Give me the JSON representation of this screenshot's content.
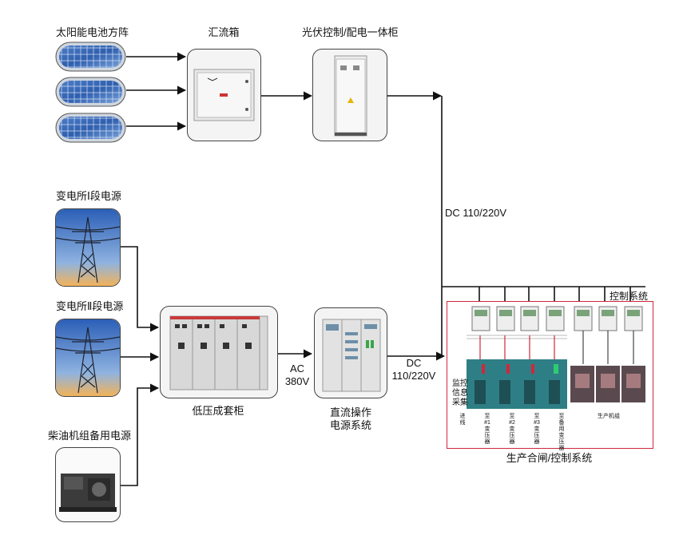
{
  "labels": {
    "solar_array": "太阳能电池方阵",
    "combiner_box": "汇流箱",
    "pv_cabinet": "光伏控制/配电一体柜",
    "substation_1": "变电所Ⅰ段电源",
    "substation_2": "变电所Ⅱ段电源",
    "diesel": "柴油机组备用电源",
    "low_voltage": "低压成套柜",
    "dc_system_line1": "直流操作",
    "dc_system_line2": "电源系统",
    "ac_line1": "AC",
    "ac_line2": "380V",
    "dc_out_line1": "DC",
    "dc_out_line2": "110/220V",
    "dc_bus": "DC 110/220V",
    "control_system": "控制系统",
    "production_system": "生产合闸/控制系统",
    "monitor_1": "监控",
    "monitor_2": "信息",
    "monitor_3": "采集",
    "production_machine": "生产机组",
    "feeder_cols": [
      [
        "进",
        "线"
      ],
      [
        "至",
        "#1",
        "变",
        "压",
        "器"
      ],
      [
        "至",
        "#2",
        "变",
        "压",
        "器"
      ],
      [
        "至",
        "#3",
        "变",
        "压",
        "器"
      ],
      [
        "至",
        "备",
        "用",
        "变",
        "压",
        "器"
      ]
    ]
  },
  "colors": {
    "line": "#111111",
    "highlight_border": "#d0273c",
    "sky_top": "#2b5fb7",
    "sky_bottom": "#f2b35a",
    "teal_panel": "#2e7f85"
  }
}
